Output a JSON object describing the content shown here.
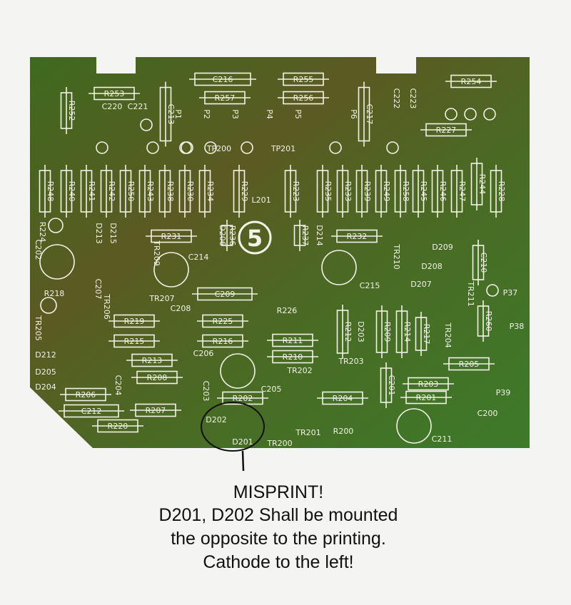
{
  "board": {
    "colors": {
      "pcb": "#4d6b22",
      "pcb_dark": "#5a5220",
      "silk": "#f2f2e6",
      "paper": "#f4f4f2"
    },
    "board_number": "5",
    "labels": [
      "C216",
      "R255",
      "R253",
      "R257",
      "R256",
      "R254",
      "R227",
      "R231",
      "R232",
      "C209",
      "R219",
      "R225",
      "R215",
      "R216",
      "R211",
      "R213",
      "R210",
      "R208",
      "R206",
      "R207",
      "C212",
      "R220",
      "R202",
      "R204",
      "R203",
      "R201",
      "R205",
      "R248",
      "R240",
      "R241",
      "R242",
      "R250",
      "R243",
      "R238",
      "R230",
      "R234",
      "R229",
      "R223",
      "R235",
      "R233",
      "R239",
      "R249",
      "R258",
      "R245",
      "R246",
      "R247",
      "R244",
      "R228",
      "R252",
      "C213",
      "C217",
      "R236",
      "R237",
      "R212",
      "R209",
      "R214",
      "R217",
      "R260",
      "C210",
      "C201",
      "C220",
      "C221",
      "P1",
      "P2",
      "P3",
      "P4",
      "P5",
      "P6",
      "C222",
      "C223",
      "TP200",
      "TP201",
      "L201",
      "R224",
      "C202",
      "D213",
      "D215",
      "TR209",
      "C214",
      "TR210",
      "C215",
      "D209",
      "D208",
      "D207",
      "TR211",
      "P37",
      "P38",
      "P39",
      "R218",
      "TR205",
      "TR206",
      "C207",
      "TR207",
      "C208",
      "R226",
      "D203",
      "TR204",
      "D212",
      "D205",
      "D204",
      "C204",
      "C203",
      "C206",
      "C205",
      "TR202",
      "TR203",
      "D202",
      "D201",
      "TR200",
      "TR201",
      "R200",
      "C200",
      "C211",
      "D206",
      "D214"
    ]
  },
  "annotation": {
    "lines": [
      "MISPRINT!",
      "D201, D202 Shall be mounted",
      "the opposite to the printing.",
      "Cathode to the left!"
    ]
  }
}
